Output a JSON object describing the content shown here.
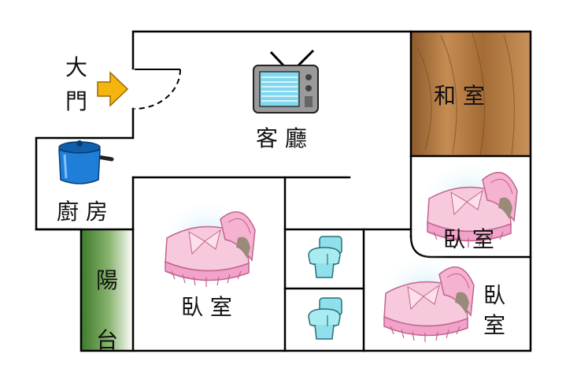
{
  "rooms": {
    "entrance": {
      "line1": "大",
      "line2": "門"
    },
    "living_room": "客 廳",
    "washitsu": "和 室",
    "kitchen": "廚 房",
    "balcony": {
      "line1": "陽",
      "line2": "台"
    },
    "bedroom_main": "臥 室",
    "bedroom_right_upper": "臥 室",
    "bedroom_right_lower": {
      "line1": "臥",
      "line2": "室"
    }
  },
  "icons": [
    "entrance-arrow-icon",
    "door-swing-icon",
    "television-icon",
    "cooking-pot-icon",
    "crib-icon",
    "toilet-icon"
  ],
  "colors": {
    "wall": "#000000",
    "wood": "#b07a45",
    "balcony_green": "#3f7a2e",
    "arrow": "#f5b50f",
    "pot": "#1f7fd8",
    "crib_pink": "#f1a3c9",
    "toilet": "#8fe0ea"
  }
}
